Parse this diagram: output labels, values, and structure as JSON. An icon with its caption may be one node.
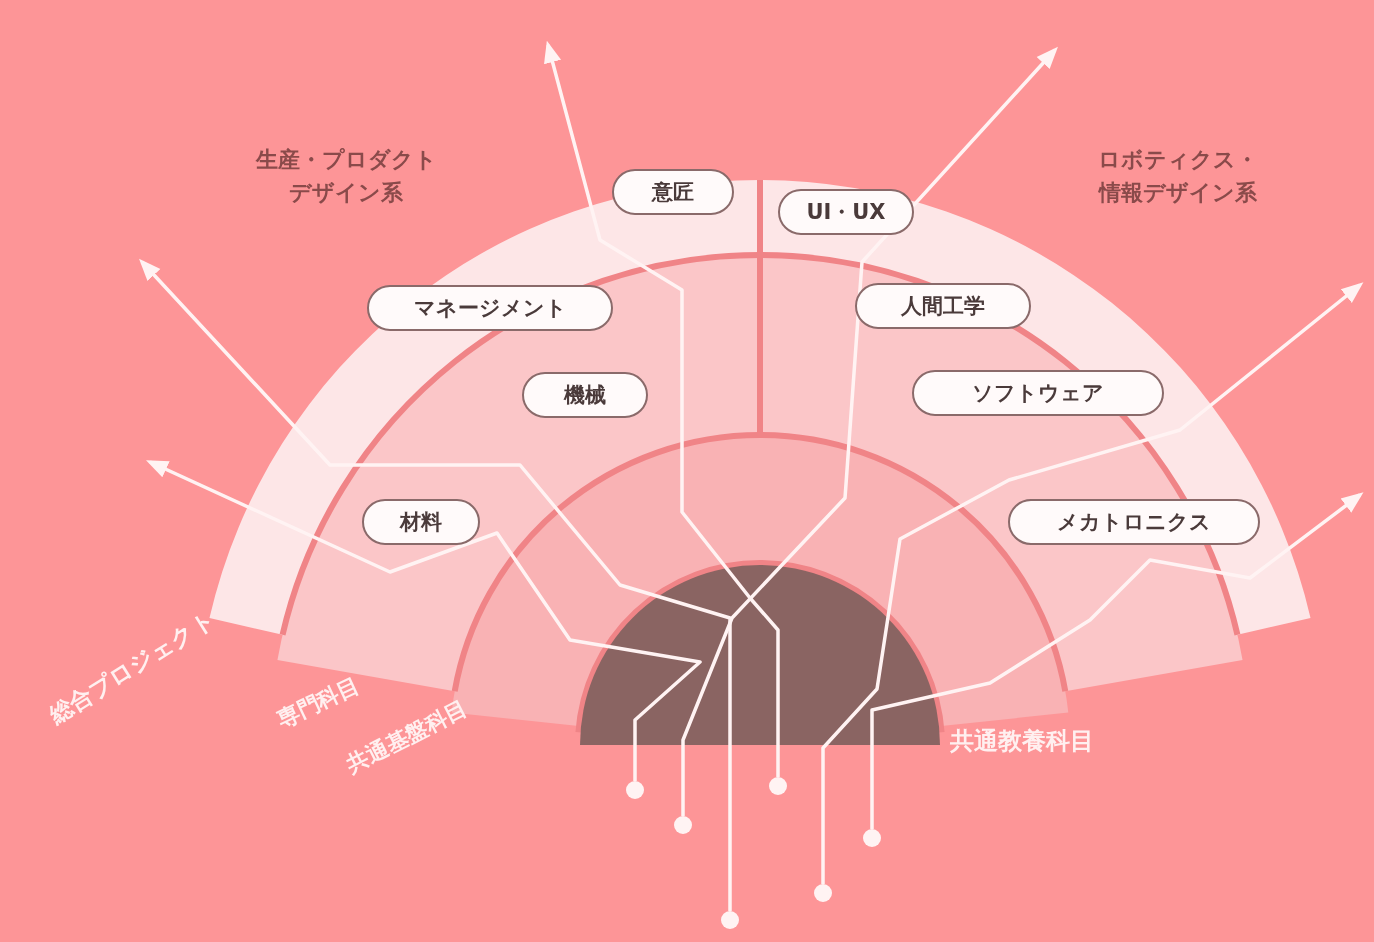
{
  "diagram": {
    "nodes": [
      {
        "text": [
          "意匠"
        ]
      },
      {
        "text": [
          "UI・UX"
        ]
      },
      {
        "text": [
          "マネージメント"
        ]
      },
      {
        "text": [
          "人間工学"
        ]
      },
      {
        "text": [
          "機械"
        ]
      },
      {
        "text": [
          "ソフトウェア"
        ]
      },
      {
        "text": [
          "材料"
        ]
      },
      {
        "text": [
          "メカトロニクス"
        ]
      },
      {
        "text": [],
        "shape": "circle"
      },
      {
        "text": [],
        "shape": "circle"
      },
      {
        "text": [],
        "shape": "circle"
      },
      {
        "text": [],
        "shape": "circle"
      },
      {
        "text": [],
        "shape": "circle"
      },
      {
        "text": [],
        "shape": "circle"
      }
    ],
    "edges": [
      {
        "from": 8,
        "to": null,
        "arrow": "to"
      },
      {
        "from": 9,
        "to": null,
        "arrow": "to"
      },
      {
        "from": 10,
        "to": null,
        "arrow": "to"
      },
      {
        "from": 11,
        "to": null,
        "arrow": "to"
      },
      {
        "from": 12,
        "to": null,
        "arrow": "to"
      },
      {
        "from": 13,
        "to": null,
        "arrow": "to"
      }
    ],
    "labels": [
      "生産・プロダクトデザイン系",
      "ロボティクス・情報デザイン系",
      "総合プロジェクト",
      "専門科目",
      "共通基盤科目",
      "共通教養科目"
    ]
  }
}
